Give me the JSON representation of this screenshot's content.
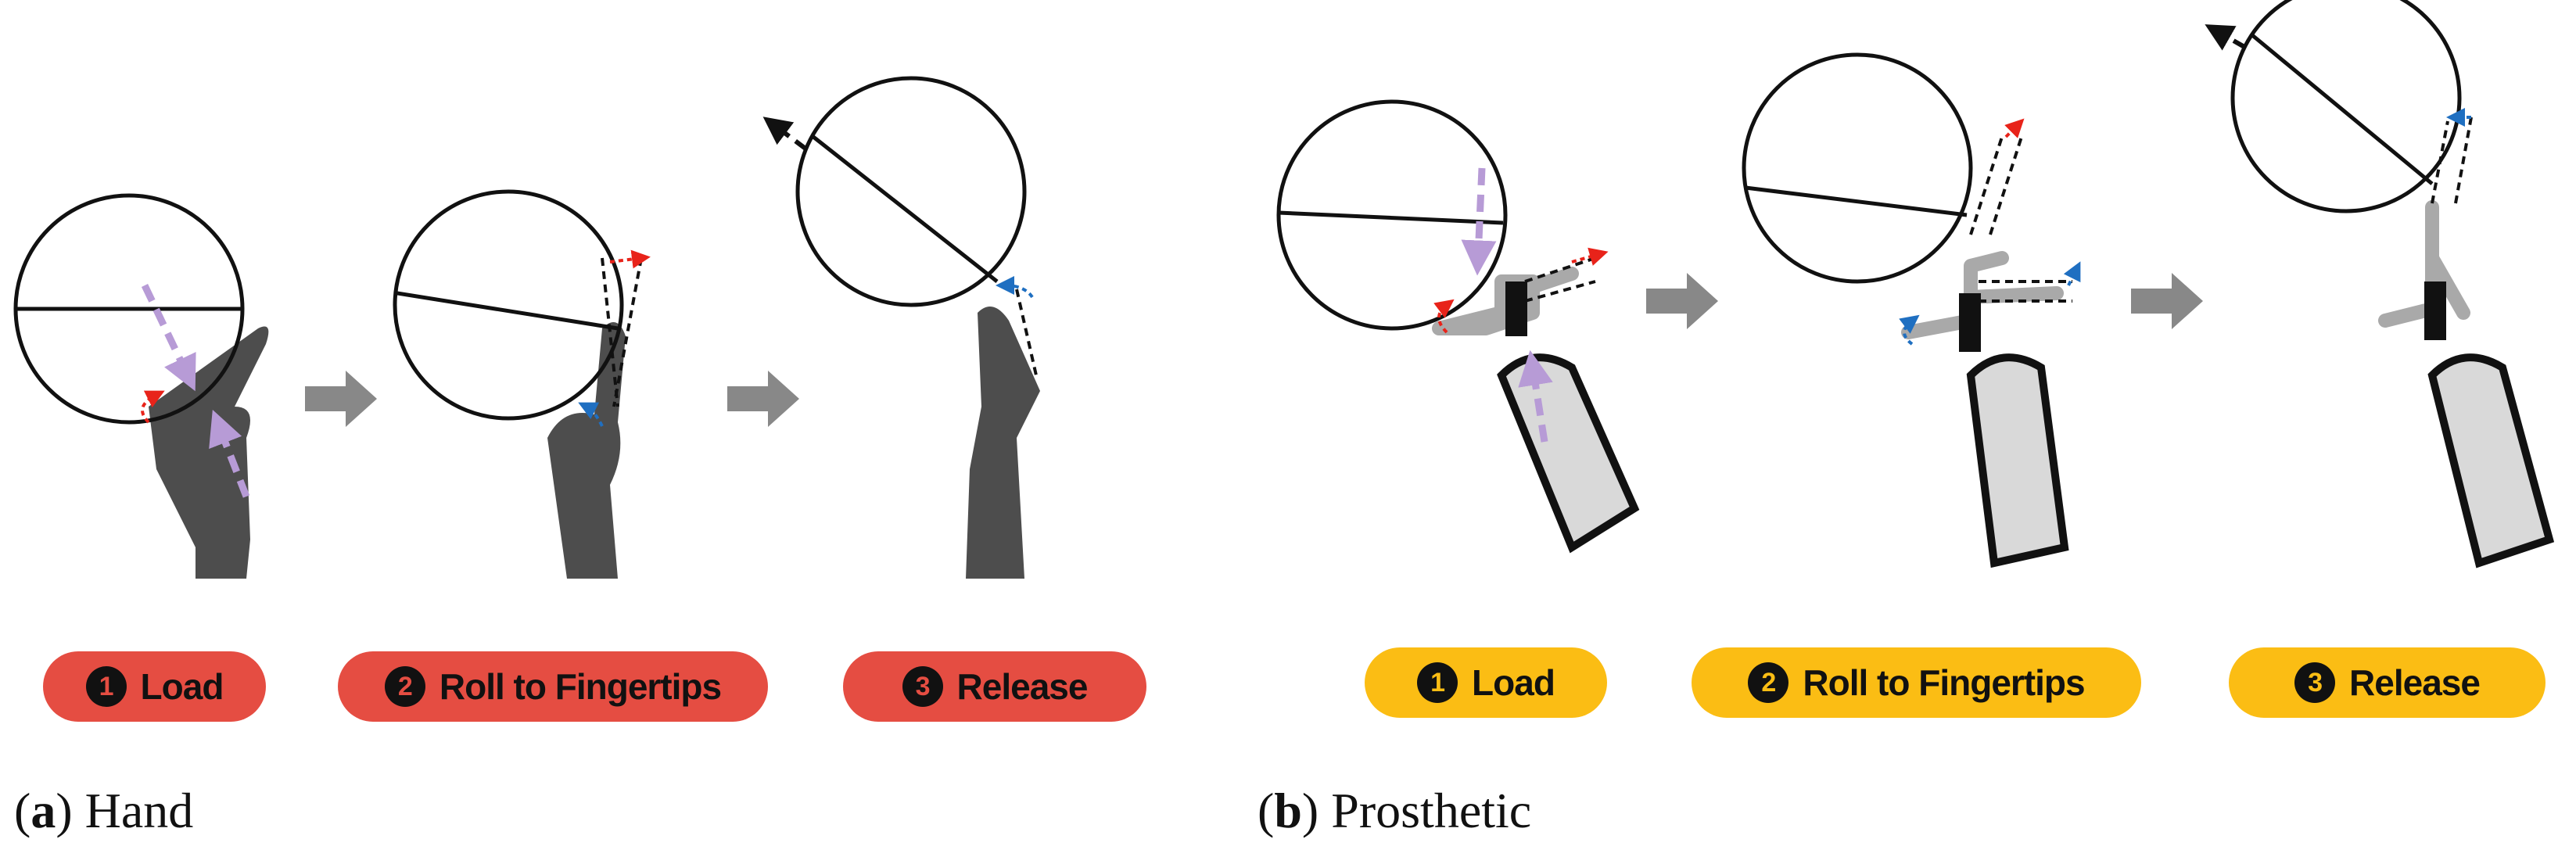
{
  "panels": {
    "hand": {
      "caption_letter": "a",
      "caption_text": "Hand",
      "steps": [
        {
          "num": "1",
          "label": "Load"
        },
        {
          "num": "2",
          "label": "Roll to Fingertips"
        },
        {
          "num": "3",
          "label": "Release"
        }
      ],
      "pill_color": "#e54d42"
    },
    "prosthetic": {
      "caption_letter": "b",
      "caption_text": "Prosthetic",
      "steps": [
        {
          "num": "1",
          "label": "Load"
        },
        {
          "num": "2",
          "label": "Roll to Fingertips"
        },
        {
          "num": "3",
          "label": "Release"
        }
      ],
      "pill_color": "#fbbd14"
    }
  },
  "colors": {
    "hand": "#4d4d4d",
    "prosthetic_gray": "#a9a9a9",
    "socket_fill": "#d9d9d9",
    "arrow_gray": "#888888",
    "force_arrow": "#b79bd6",
    "red_marker": "#e8231a",
    "blue_marker": "#1f6fc1"
  }
}
